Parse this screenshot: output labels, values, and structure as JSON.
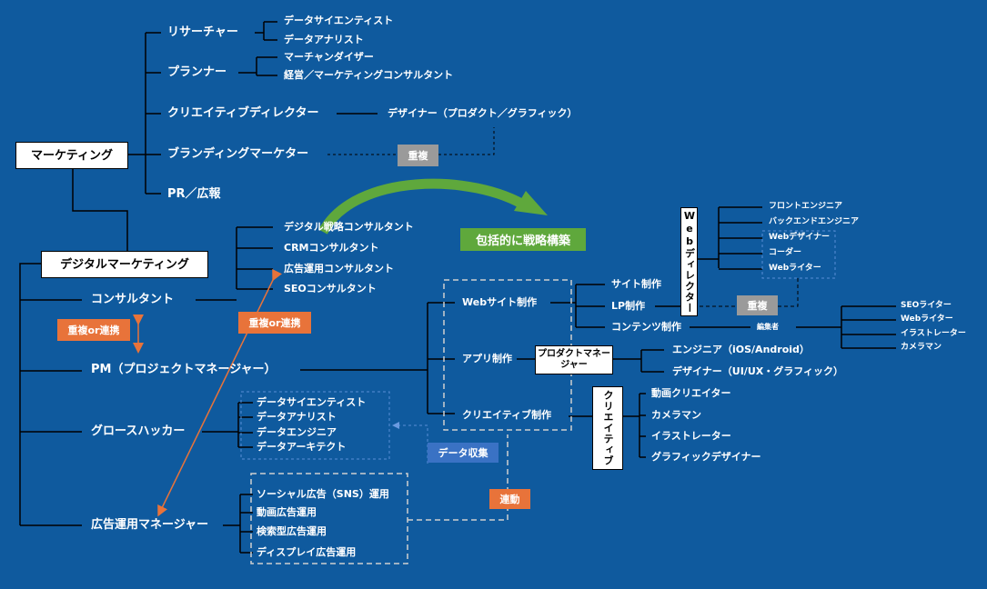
{
  "root": {
    "marketing": "マーケティング",
    "digital_marketing": "デジタルマーケティング"
  },
  "marketing_roles": {
    "researcher": "リサーチャー",
    "data_scientist": "データサイエンティスト",
    "data_analyst": "データアナリスト",
    "planner": "プランナー",
    "merchandiser": "マーチャンダイザー",
    "mgmt_consultant": "経営／マーケティングコンサルタント",
    "creative_director": "クリエイティブディレクター",
    "designer_product": "デザイナー（プロダクト／グラフィック）",
    "branding_marketer": "ブランディングマーケター",
    "pr": "PR／広報"
  },
  "badges": {
    "duplicate": "重複",
    "duplicate_or_link": "重複or連携",
    "data_collection": "データ収集",
    "linked": "連動",
    "strategy": "包括的に戦略構築"
  },
  "consultant": {
    "label": "コンサルタント",
    "items": [
      "デジタル戦略コンサルタント",
      "CRMコンサルタント",
      "広告運用コンサルタント",
      "SEOコンサルタント"
    ]
  },
  "pm": {
    "label": "PM（プロジェクトマネージャー）",
    "web_production": "Webサイト制作",
    "app_production": "アプリ制作",
    "creative_production": "クリエイティブ制作"
  },
  "web": {
    "site_production": "サイト制作",
    "lp_production": "LP制作",
    "content_production": "コンテンツ制作",
    "web_director": "Webディレクター",
    "director_items": [
      "フロントエンジニア",
      "バックエンドエンジニア",
      "Webデザイナー",
      "コーダー",
      "Webライター"
    ],
    "editor": "編集者",
    "editor_items": [
      "SEOライター",
      "Webライター",
      "イラストレーター",
      "カメラマン"
    ]
  },
  "app": {
    "product_manager": "プロダクトマネージャー",
    "engineer": "エンジニア（iOS/Android）",
    "designer": "デザイナー（UI/UX・グラフィック）"
  },
  "creative": {
    "label": "クリエイティブ",
    "items": [
      "動画クリエイター",
      "カメラマン",
      "イラストレーター",
      "グラフィックデザイナー"
    ]
  },
  "growth": {
    "label": "グロースハッカー",
    "items": [
      "データサイエンティスト",
      "データアナリスト",
      "データエンジニア",
      "データアーキテクト"
    ]
  },
  "ads": {
    "label": "広告運用マネージャー",
    "items": [
      "ソーシャル広告（SNS）運用",
      "動画広告運用",
      "検索型広告運用",
      "ディスプレイ広告運用"
    ]
  },
  "colors": {
    "background": "#0f5a9e",
    "orange": "#e8733a",
    "grey": "#9a9a9a",
    "blue": "#3a72c4",
    "green": "#5fa83c"
  }
}
